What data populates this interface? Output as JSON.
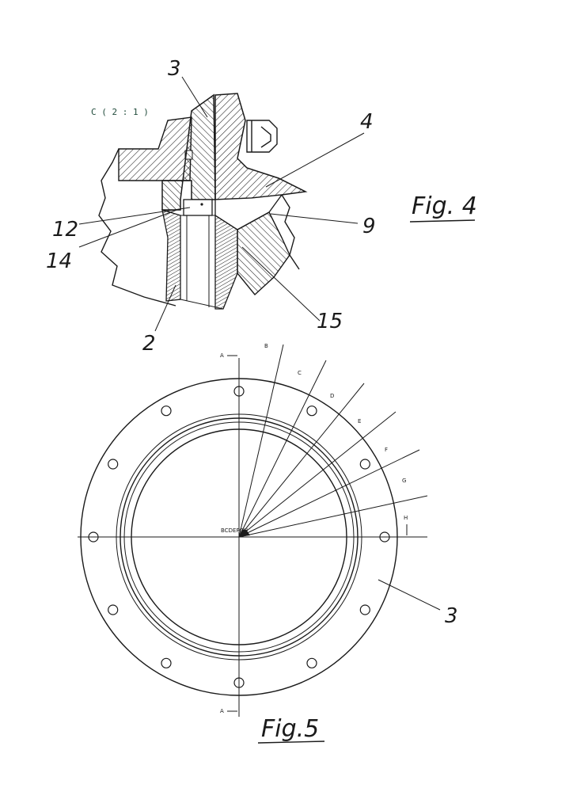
{
  "figure4": {
    "caption": "Fig. 4",
    "detail_scale": "C ( 2 : 1 )",
    "labels": {
      "ref_3": "3",
      "ref_4": "4",
      "ref_12": "12",
      "ref_14": "14",
      "ref_9": "9",
      "ref_2": "2",
      "ref_15": "15"
    }
  },
  "figure5": {
    "caption": "Fig.5",
    "section_marks": {
      "a_top": "A",
      "a_bottom": "A",
      "b": "B",
      "c": "C",
      "d": "D",
      "e": "E",
      "f": "F",
      "g": "G",
      "h": "H"
    },
    "center_letters": "BCDEFGH",
    "ref_3": "3"
  }
}
